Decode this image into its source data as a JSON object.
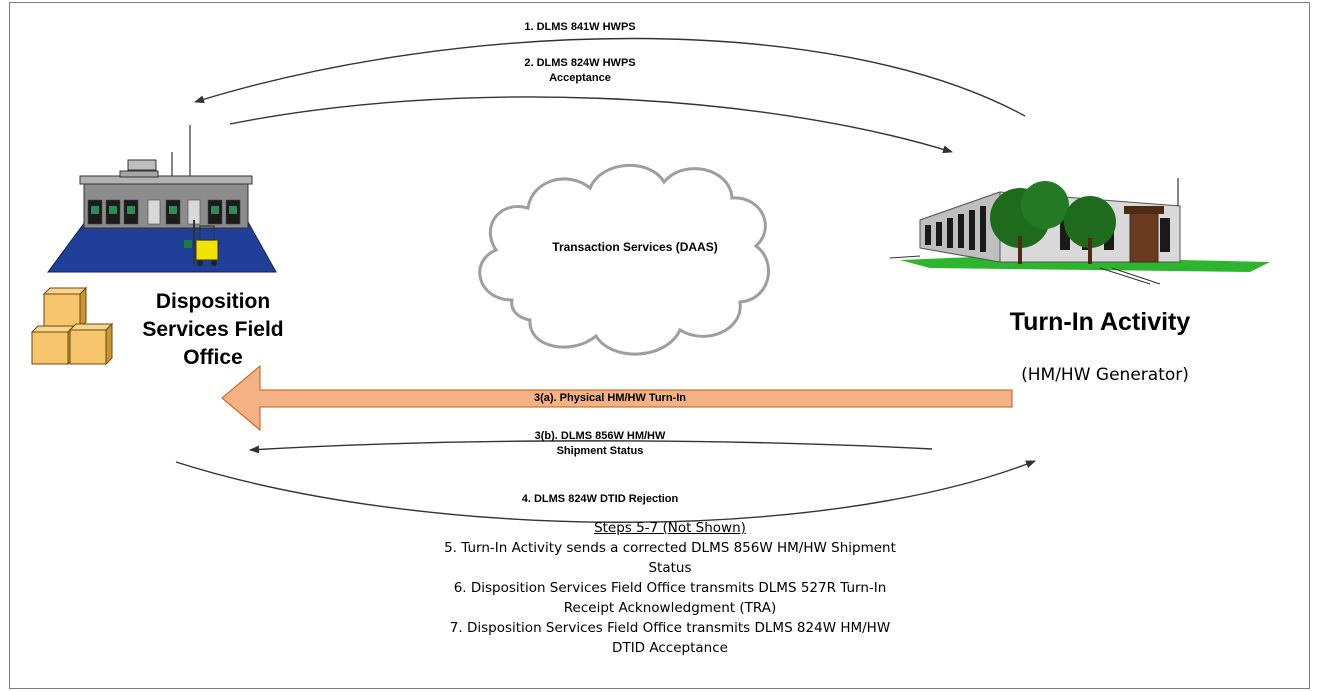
{
  "nodes": {
    "left_office": "Disposition\nServices Field\nOffice",
    "right_activity": "Turn-In Activity",
    "right_sub": "(HM/HW Generator)",
    "cloud": "Transaction Services (DAAS)"
  },
  "flows": {
    "f1": "1. DLMS 841W HWPS",
    "f2": "2. DLMS 824W HWPS\nAcceptance",
    "f3a": "3(a). Physical HM/HW Turn-In",
    "f3b": "3(b). DLMS 856W HM/HW\nShipment Status",
    "f4": "4. DLMS 824W DTID Rejection"
  },
  "steps": {
    "header": "Steps 5-7 (Not Shown)",
    "items": [
      "5. Turn-In Activity sends a corrected DLMS 856W HM/HW Shipment\nStatus",
      "6. Disposition Services Field Office transmits DLMS 527R Turn-In\nReceipt Acknowledgment (TRA)",
      "7. Disposition Services Field Office transmits DLMS 824W HM/HW\nDTID Acceptance"
    ]
  },
  "colors": {
    "big_arrow_fill": "#f4b183",
    "big_arrow_stroke": "#c55a11",
    "warehouse_floor": "#1f3f99",
    "box_fill": "#f5c46b",
    "lawn": "#2db52d",
    "tree": "#1e6b1e"
  }
}
